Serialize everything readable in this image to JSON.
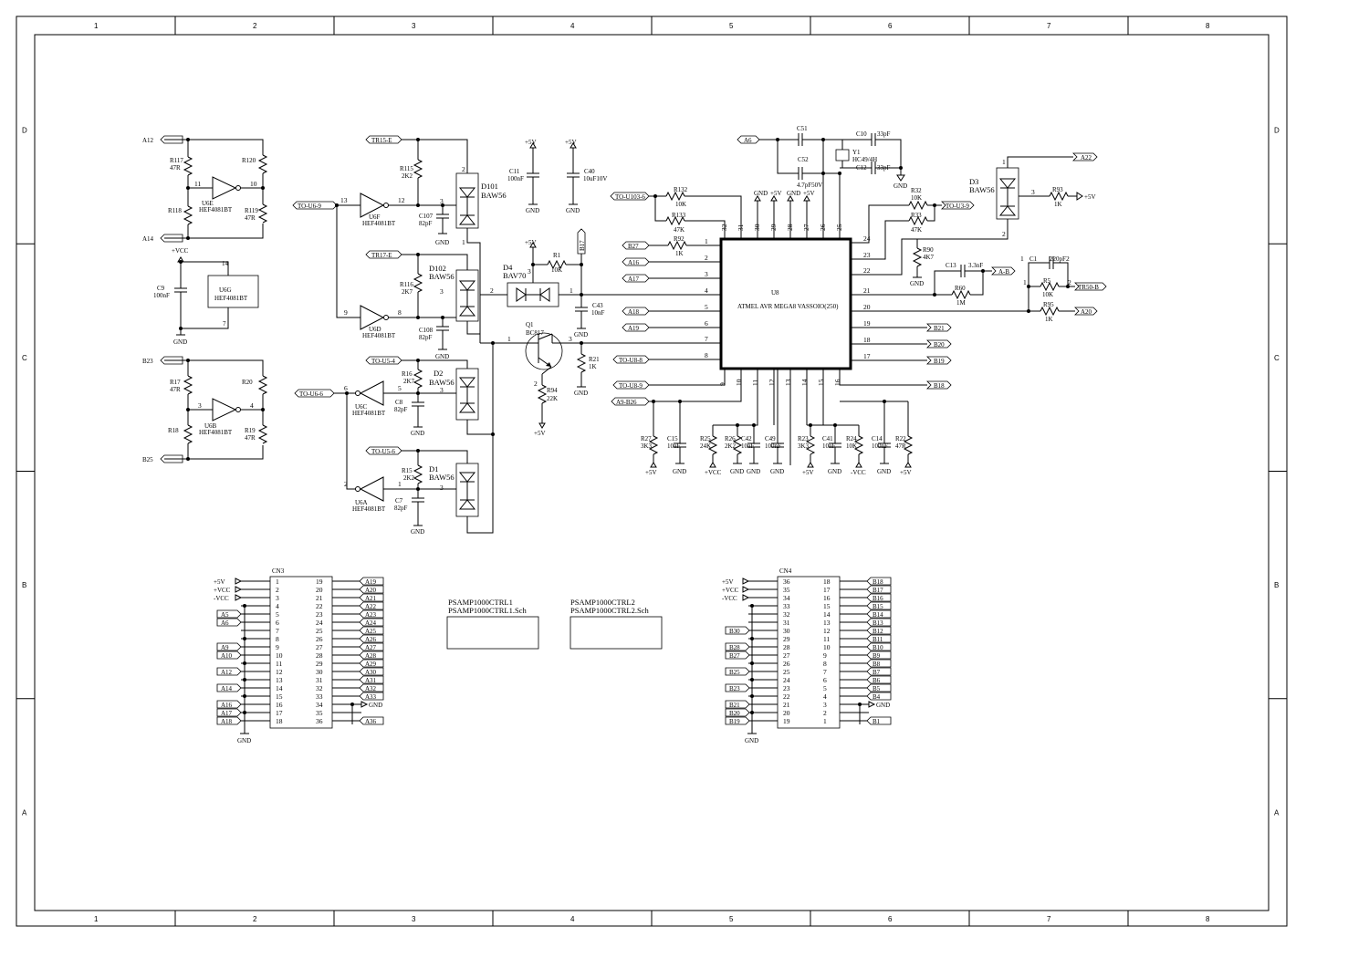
{
  "frame": {
    "columns": [
      "1",
      "2",
      "3",
      "4",
      "5",
      "6",
      "7",
      "8"
    ],
    "rows": [
      "D",
      "C",
      "B",
      "A"
    ]
  },
  "net": {
    "gnd": "GND",
    "p5v": "+5V",
    "pvcc": "+VCC",
    "nvcc": "-VCC"
  },
  "left_gates": {
    "g1": {
      "port_in": "A12",
      "port_out": "A14",
      "r1": "R117",
      "r1v": "47R",
      "r2": "R118",
      "r3": "R120",
      "r4": "R119",
      "r4v": "47R",
      "gate": "U6E",
      "part": "HEF4081BT",
      "pin_in": "11",
      "pin_out": "10"
    },
    "pwr": {
      "cap": "C9",
      "capv": "100nF",
      "ic": "U6G",
      "part": "HEF4081BT",
      "pin_a": "14",
      "pin_b": "7",
      "supply": "+VCC",
      "gnd": "GND"
    },
    "g2": {
      "port_in": "B23",
      "port_out": "B25",
      "r1": "R17",
      "r1v": "47R",
      "r2": "R18",
      "r3": "R20",
      "r4": "R19",
      "r4v": "47R",
      "gate": "U6B",
      "part": "HEF4081BT",
      "pin_in": "3",
      "pin_out": "4"
    }
  },
  "mid": {
    "to_u6_9": "TO-U6-9",
    "to_u6_6": "TO-U6-6",
    "tr15": "TR15-E",
    "tr17": "TR17-E",
    "to_u5_4": "TO-U5-4",
    "to_u5_6": "TO-U5-6",
    "u6f": {
      "name": "U6F",
      "part": "HEF4081BT",
      "pin_in": "13",
      "pin_out": "12"
    },
    "u6d": {
      "name": "U6D",
      "part": "HEF4081BT",
      "pin_in": "9",
      "pin_out": "8"
    },
    "u6c": {
      "name": "U6C",
      "part": "HEF4081BT",
      "pin_in": "6",
      "pin_out": "5"
    },
    "u6a": {
      "name": "U6A",
      "part": "HEF4081BT",
      "pin_in": "2",
      "pin_out": "1"
    },
    "r115": {
      "name": "R115",
      "val": "2K2"
    },
    "r116": {
      "name": "R116",
      "val": "2K7"
    },
    "r16": {
      "name": "R16",
      "val": "2K7"
    },
    "r15": {
      "name": "R15",
      "val": "2K2"
    },
    "c107": {
      "name": "C107",
      "val": "82pF"
    },
    "c108": {
      "name": "C108",
      "val": "82pF"
    },
    "c8": {
      "name": "C8",
      "val": "82pF"
    },
    "c7": {
      "name": "C7",
      "val": "82pF"
    },
    "d101": {
      "name": "D101",
      "part": "BAW56"
    },
    "d102": {
      "name": "D102",
      "part": "BAW56"
    },
    "d2": {
      "name": "D2",
      "part": "BAW56"
    },
    "d1": {
      "name": "D1",
      "part": "BAW56"
    },
    "pin3": "3",
    "pin1": "1",
    "pin2": "2"
  },
  "center": {
    "c11": {
      "name": "C11",
      "val": "100nF"
    },
    "c40": {
      "name": "C40",
      "val": "10uF10V"
    },
    "d4": {
      "name": "D4",
      "part": "BAV70"
    },
    "r1": {
      "name": "R1",
      "val": "10K"
    },
    "b17": "B17",
    "c43": {
      "name": "C43",
      "val": "10nF"
    },
    "q1": {
      "name": "Q1",
      "part": "BC817"
    },
    "r21": {
      "name": "R21",
      "val": "1K"
    },
    "r94": {
      "name": "R94",
      "val": "22K"
    }
  },
  "mcu": {
    "name": "U8",
    "part": "ATMEL AVR MEGA8 VASSOIO(250)",
    "left_pins": [
      "1",
      "2",
      "3",
      "4",
      "5",
      "6",
      "7",
      "8"
    ],
    "top_pins": [
      "32",
      "31",
      "30",
      "29",
      "28",
      "27",
      "26",
      "25"
    ],
    "right_pins": [
      "24",
      "23",
      "22",
      "21",
      "20",
      "19",
      "18",
      "17"
    ],
    "bottom_pins": [
      "9",
      "10",
      "11",
      "12",
      "13",
      "14",
      "15",
      "16"
    ],
    "to_u103": "TO-U103-6",
    "to_u8_8": "TO-U8-8",
    "to_u8_9": "TO-U8-9",
    "a9_b26": "A9-B26",
    "b27": "B27",
    "a16": "A16",
    "a17": "A17",
    "a18": "A18",
    "a19": "A19",
    "r132": {
      "name": "R132",
      "val": "10K"
    },
    "r133": {
      "name": "R133",
      "val": "47K"
    },
    "r92": {
      "name": "R92",
      "val": "1K"
    },
    "a6": "A6",
    "c51": "C51",
    "c52": {
      "name": "C52",
      "val": "4.7pF50V"
    },
    "c10": {
      "name": "C10",
      "val": "33pF"
    },
    "c12": {
      "name": "C12",
      "val": "33pF"
    },
    "y1": {
      "name": "Y1",
      "part": "HC49/4H"
    },
    "b21": "B21",
    "b20": "B20",
    "b19": "B19",
    "b18": "B18",
    "r32": {
      "name": "R32",
      "val": "10K"
    },
    "r33": {
      "name": "R33",
      "val": "47K"
    },
    "to_u3_9": "TO-U3-9",
    "r90": {
      "name": "R90",
      "val": "4K7"
    },
    "c13": {
      "name": "C13",
      "val": "3.3nF"
    },
    "a_b": "A-B",
    "r60": {
      "name": "R60",
      "val": "1M"
    },
    "c1": {
      "name": "C1",
      "val": "220pF"
    },
    "r5": {
      "name": "R5",
      "val": "10K"
    },
    "tr50": "TR50-B",
    "r95": {
      "name": "R95",
      "val": "1K"
    },
    "a20": "A20",
    "d3": {
      "name": "D3",
      "part": "BAW56"
    },
    "r93": {
      "name": "R93",
      "val": "1K"
    },
    "a22": "A22",
    "bottom_parts": [
      {
        "name": "R27",
        "val": "3K3",
        "net": "+5V"
      },
      {
        "name": "C15",
        "val": "10nF",
        "net": "GND"
      },
      {
        "name": "R25",
        "val": "24K",
        "net": "+VCC"
      },
      {
        "name": "R26",
        "val": "2K2",
        "net": "GND"
      },
      {
        "name": "C42",
        "val": "10nF",
        "net": "GND"
      },
      {
        "name": "C49",
        "val": "100nF",
        "net": "GND"
      },
      {
        "name": "R23",
        "val": "3K3",
        "net": "+5V"
      },
      {
        "name": "C41",
        "val": "10nF",
        "net": "GND"
      },
      {
        "name": "R24",
        "val": "10K",
        "net": "-VCC"
      },
      {
        "name": "C14",
        "val": "100nF",
        "net": "GND"
      },
      {
        "name": "R22",
        "val": "47R",
        "net": "+5V"
      }
    ]
  },
  "cn3": {
    "name": "CN3",
    "left_pins": [
      "1",
      "2",
      "3",
      "4",
      "5",
      "6",
      "7",
      "8",
      "9",
      "10",
      "11",
      "12",
      "13",
      "14",
      "15",
      "16",
      "17",
      "18"
    ],
    "right_pins": [
      "19",
      "20",
      "21",
      "22",
      "23",
      "24",
      "25",
      "26",
      "27",
      "28",
      "29",
      "30",
      "31",
      "32",
      "33",
      "34",
      "35",
      "36"
    ],
    "left_nets": [
      "+5V",
      "+VCC",
      "-VCC",
      "",
      "A5",
      "A6",
      "",
      "",
      "A9",
      "A10",
      "",
      "A12",
      "",
      "A14",
      "",
      "A16",
      "A17",
      "A18"
    ],
    "right_nets": [
      "A19",
      "A20",
      "A21",
      "A22",
      "A23",
      "A24",
      "A25",
      "A26",
      "A27",
      "A28",
      "A29",
      "A30",
      "A31",
      "A32",
      "A33",
      "GND",
      "",
      "A36"
    ],
    "gnd": "GND"
  },
  "cn4": {
    "name": "CN4",
    "left_pins": [
      "36",
      "35",
      "34",
      "33",
      "32",
      "31",
      "30",
      "29",
      "28",
      "27",
      "26",
      "25",
      "24",
      "23",
      "22",
      "21",
      "20",
      "19"
    ],
    "right_pins": [
      "18",
      "17",
      "16",
      "15",
      "14",
      "13",
      "12",
      "11",
      "10",
      "9",
      "8",
      "7",
      "6",
      "5",
      "4",
      "3",
      "2",
      "1"
    ],
    "left_nets": [
      "+5V",
      "+VCC",
      "-VCC",
      "",
      "",
      "",
      "B30",
      "",
      "B28",
      "B27",
      "",
      "B25",
      "",
      "B23",
      "",
      "B21",
      "B20",
      "B19"
    ],
    "right_nets": [
      "B18",
      "B17",
      "B16",
      "B15",
      "B14",
      "B13",
      "B12",
      "B11",
      "B10",
      "B9",
      "B8",
      "B7",
      "B6",
      "B5",
      "B4",
      "GND",
      "",
      "B1"
    ],
    "gnd": "GND"
  },
  "sheets": [
    {
      "name": "PSAMP1000CTRL1",
      "file": "PSAMP1000CTRL1.Sch"
    },
    {
      "name": "PSAMP1000CTRL2",
      "file": "PSAMP1000CTRL2.Sch"
    }
  ]
}
